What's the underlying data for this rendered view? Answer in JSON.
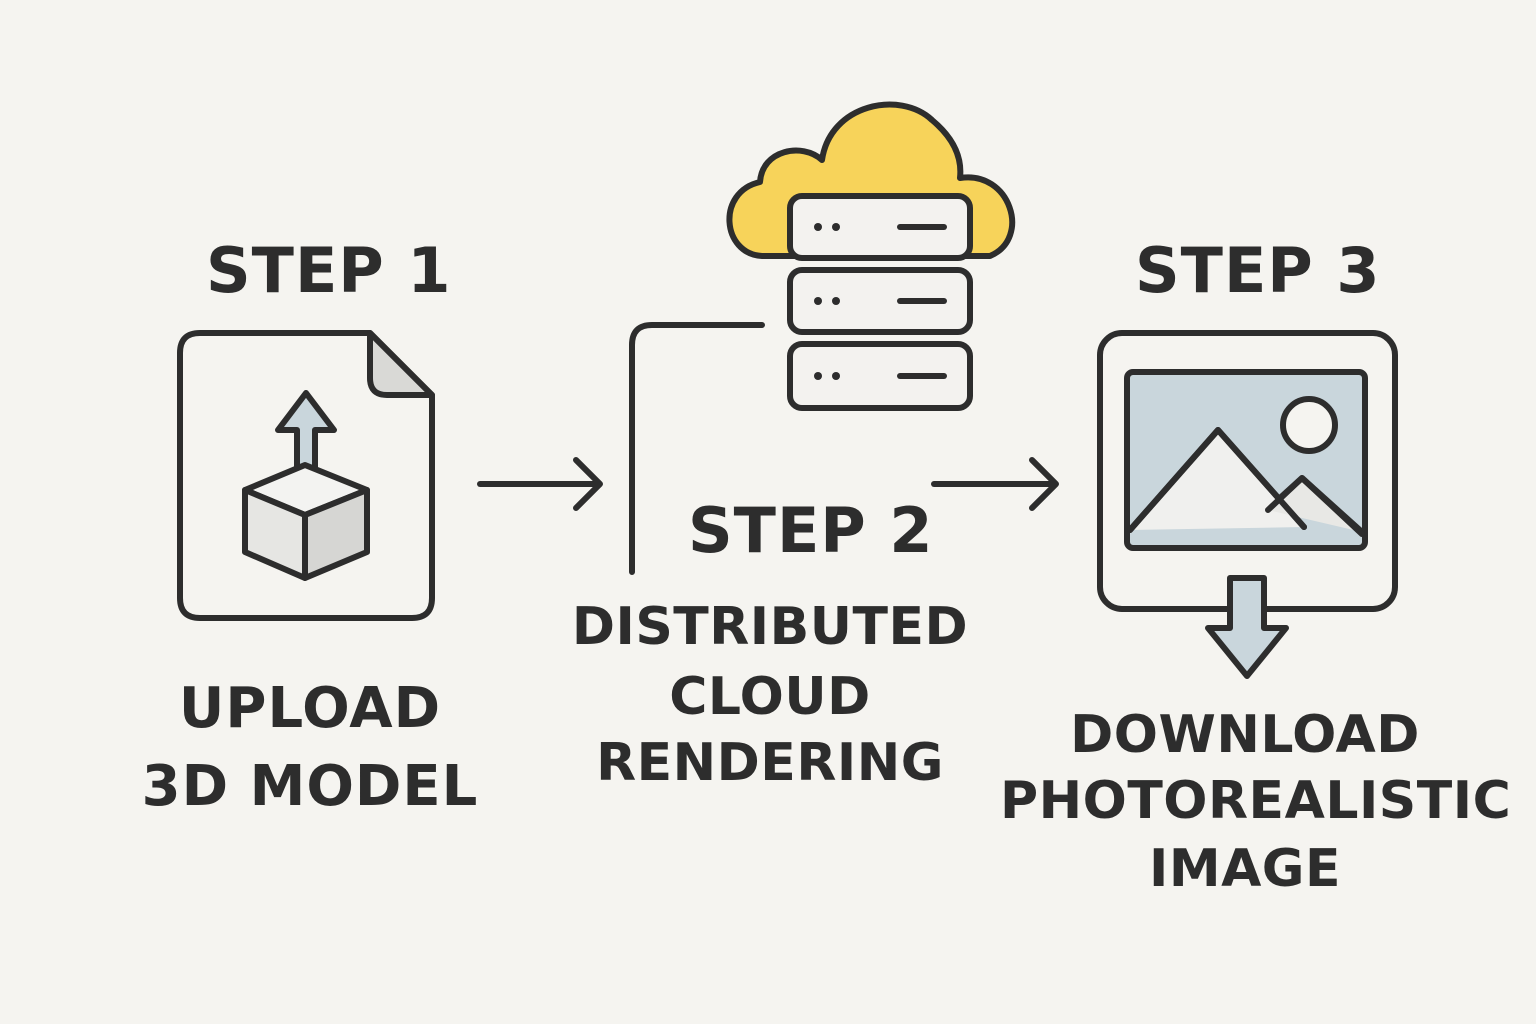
{
  "steps": [
    {
      "title": "STEP 1",
      "description_lines": [
        "UPLOAD",
        "3D MODEL"
      ],
      "icon": "upload-3d-model-file-icon"
    },
    {
      "title": "STEP 2",
      "description_lines": [
        "DISTRIBUTED",
        "CLOUD",
        "RENDERING"
      ],
      "icon": "cloud-server-icon"
    },
    {
      "title": "STEP 3",
      "description_lines": [
        "DOWNLOAD",
        "PHOTOREALISTIC",
        "IMAGE"
      ],
      "icon": "download-image-icon"
    }
  ],
  "connectors": [
    "arrow-right-icon",
    "arrow-right-icon"
  ],
  "colors": {
    "background": "#f5f4f0",
    "stroke": "#2d2d2d",
    "cloud_fill": "#f7d35a",
    "accent_blue": "#c9d6dc",
    "cube_gray": "#e3e3e0",
    "server_fill": "#f3f2ef"
  }
}
